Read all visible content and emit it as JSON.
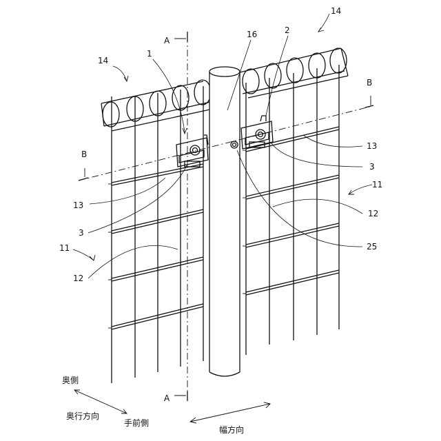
{
  "labels": {
    "n14_left": "14",
    "n14_right": "14",
    "n1": "1",
    "n16": "16",
    "n2": "2",
    "A_top": "A",
    "A_bottom": "A",
    "B_left": "B",
    "B_right": "B",
    "n13_left": "13",
    "n13_right": "13",
    "n3_left": "3",
    "n3_right": "3",
    "n11_left": "11",
    "n11_right": "11",
    "n12_left": "12",
    "n12_right": "12",
    "n25": "25"
  },
  "direction_labels": {
    "back": "奥側",
    "depth_direction": "奥行方向",
    "front": "手前側",
    "width_direction": "幅方向"
  }
}
